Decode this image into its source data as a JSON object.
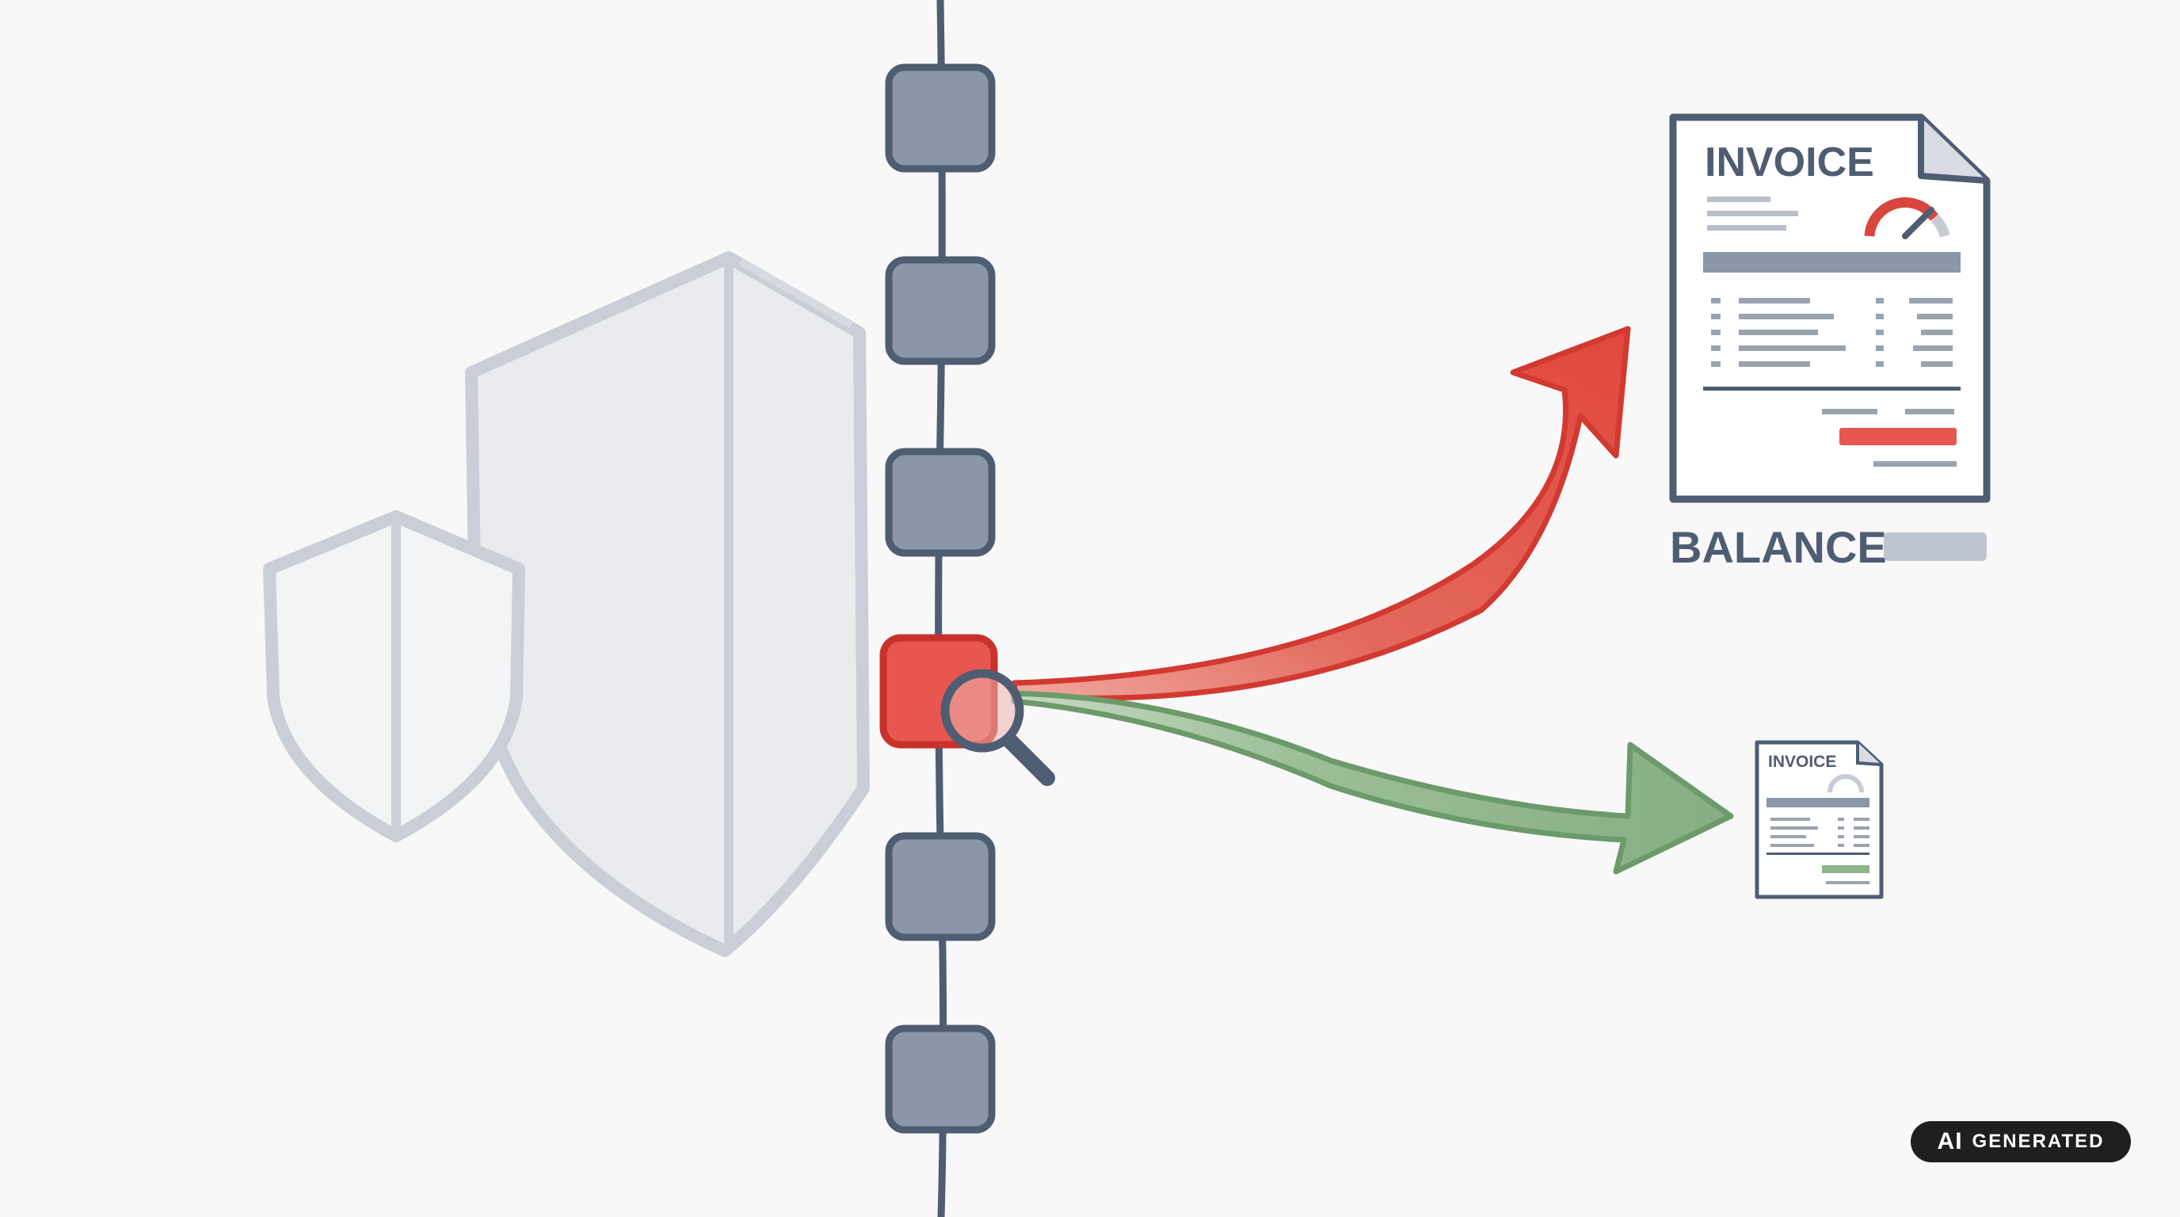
{
  "invoice_large": {
    "title": "INVOICE",
    "caption": "BALANCE"
  },
  "invoice_small": {
    "title": "INVOICE"
  },
  "badge": {
    "ai": "AI",
    "label": "GENERATED"
  },
  "colors": {
    "background": "#f8f8f8",
    "ink": "#4f5d73",
    "node": "#8a97a8",
    "alert_red": "#e8574f",
    "success_green": "#8db48c",
    "shield_fill": "#e9ebef",
    "shield_stroke": "#c9ced7"
  },
  "icons": {
    "shield": "shield-icon",
    "magnifier": "magnifier-icon",
    "gauge": "gauge-icon"
  }
}
